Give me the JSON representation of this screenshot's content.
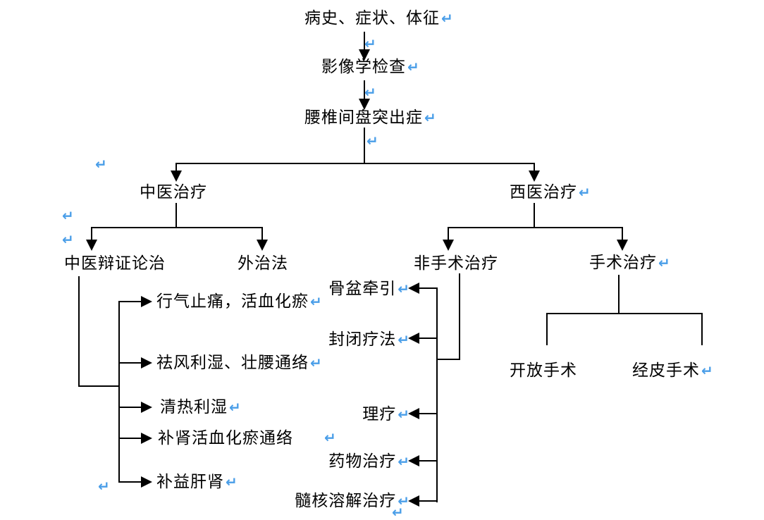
{
  "colors": {
    "line": "#000000",
    "text": "#000000",
    "return_mark": "#4A9EE8",
    "background": "#FFFFFF"
  },
  "return_glyph": "↵",
  "nodes": {
    "history": "病史、症状、体征",
    "imaging": "影像学检查",
    "diagnosis": "腰椎间盘突出症",
    "tcm_treatment": "中医治疗",
    "western_treatment": "西医治疗",
    "tcm_syndrome_differentiation": "中医辩证论治",
    "external_therapy": "外治法",
    "non_surgical": "非手术治疗",
    "surgical": "手术治疗",
    "tcm_methods": [
      "行气止痛，活血化瘀",
      "祛风利湿、壮腰通络",
      "清热利湿",
      "补肾活血化瘀通络",
      "补益肝肾"
    ],
    "non_surgical_methods": [
      "骨盆牵引",
      "封闭疗法",
      "理疗",
      "药物治疗",
      "髓核溶解治疗"
    ],
    "surgical_methods": [
      "开放手术",
      "经皮手术"
    ]
  }
}
